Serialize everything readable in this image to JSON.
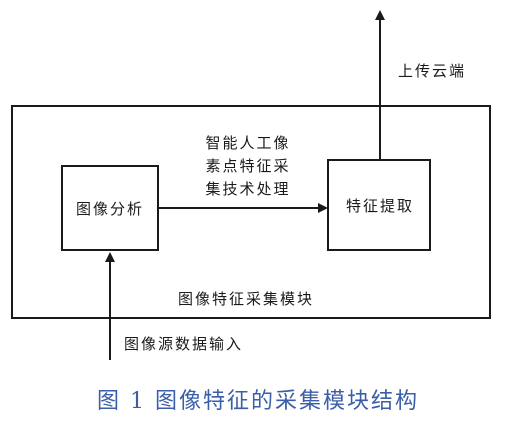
{
  "diagram": {
    "upload_label": "上传云端",
    "process_label_lines": [
      "智能人工像",
      "素点特征采",
      "集技术处理"
    ],
    "analysis_box_label": "图像分析",
    "extraction_box_label": "特征提取",
    "module_label": "图像特征采集模块",
    "input_label": "图像源数据输入",
    "caption": "图 1 图像特征的采集模块结构",
    "colors": {
      "line": "#1a1a1a",
      "caption": "#3b5ea8"
    }
  }
}
